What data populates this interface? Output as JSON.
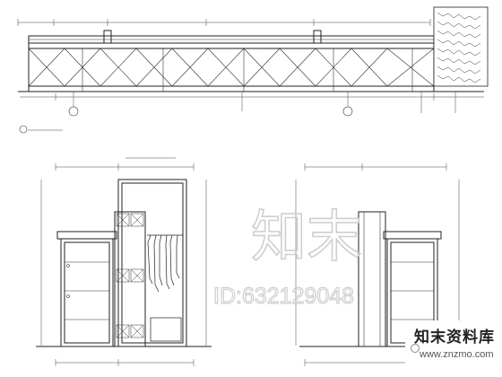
{
  "watermark": {
    "brand_cn": "知末",
    "id_text": "ID:632129048",
    "colors": {
      "watermark": "#cfcfcf",
      "ink": "#222222"
    }
  },
  "corner_badge": {
    "brand": "知末资料库",
    "url": "www.znzmo.com"
  },
  "views": [
    {
      "name": "top-elevation"
    },
    {
      "name": "bottom-left-elevation"
    },
    {
      "name": "bottom-right-elevation"
    }
  ]
}
